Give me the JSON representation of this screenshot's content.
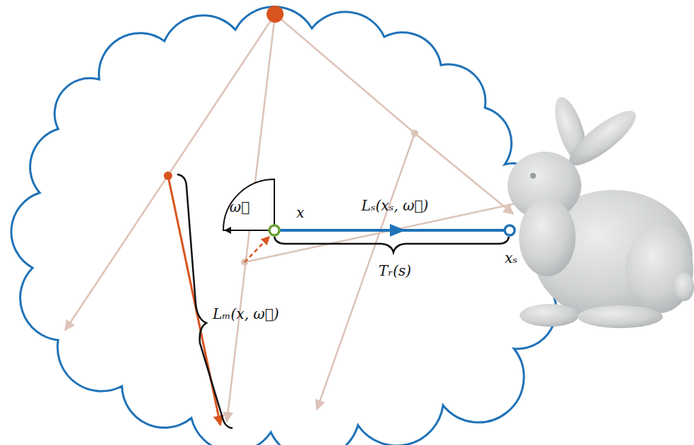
{
  "diagram": {
    "labels": [
      "ω⃗",
      "x",
      "Lₛ(xₛ, ω⃗)",
      "xₛ",
      "Tᵣ(s)",
      "Lₘ(x, ω⃗)"
    ]
  }
}
